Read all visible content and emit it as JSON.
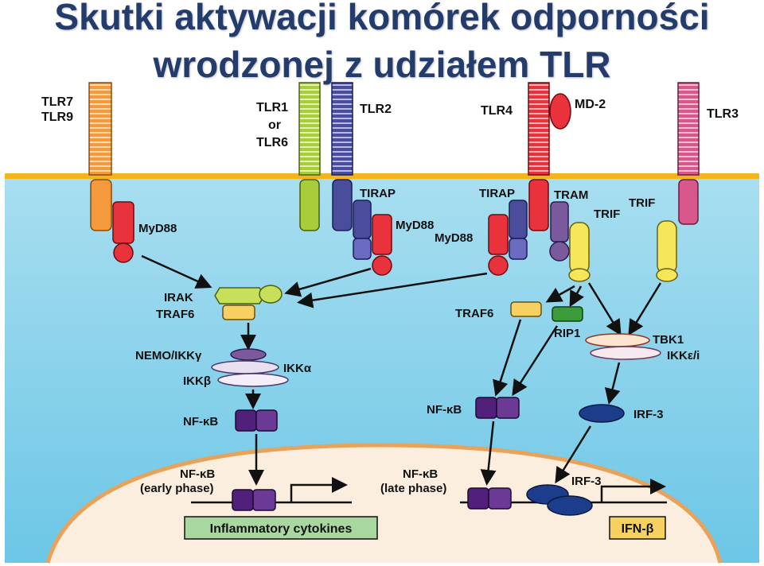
{
  "title": {
    "line1": "Skutki aktywacji komórek odporności",
    "line2": "wrodzonej z udziałem TLR"
  },
  "labels": {
    "tlr7": "TLR7",
    "tlr9": "TLR9",
    "tlr1": "TLR1",
    "or": "or",
    "tlr6": "TLR6",
    "tlr2": "TLR2",
    "tlr4": "TLR4",
    "md2": "MD-2",
    "tlr3": "TLR3",
    "myd88_1": "MyD88",
    "tirap_1": "TIRAP",
    "myd88_2": "MyD88",
    "tirap_2": "TIRAP",
    "tram": "TRAM",
    "trif_1": "TRIF",
    "trif_2": "TRIF",
    "myd88_3": "MyD88",
    "irak": "IRAK",
    "traf6_1": "TRAF6",
    "traf6_2": "TRAF6",
    "rip1": "RIP1",
    "tbk1": "TBK1",
    "ikke": "IKKε/i",
    "nemo": "NEMO/IKKγ",
    "ikka": "IKKα",
    "ikkb": "IKKβ",
    "nfkb_1": "NF-κB",
    "nfkb_2": "NF-κB",
    "irf3_1": "IRF-3",
    "nfkb_early_1": "NF-κB",
    "nfkb_early_2": "(early phase)",
    "nfkb_late_1": "NF-κB",
    "nfkb_late_2": "(late phase)",
    "irf3_2": "IRF-3"
  },
  "outputs": {
    "cytokines": "Inflammatory cytokines",
    "ifnb": "IFN-β"
  },
  "colors": {
    "title": "#243c6c",
    "membrane": "#f2b51c",
    "cytoplasm": "#8fd4ea",
    "nucleus": "#fbeede",
    "nuclear_membrane": "#e8a25a",
    "tlr7": "#f59a3c",
    "tlr1": "#a8cc3a",
    "tlr2": "#4a4c9c",
    "tlr4": "#e8323c",
    "tlr3": "#d8588c",
    "myd88": "#e8323c",
    "tirap": "#4a4c9c",
    "tram": "#7a5a9c",
    "trif": "#f6e65a",
    "irak": "#c6e05a",
    "traf6": "#f6d060",
    "rip1": "#3c9c3c",
    "nfkb": "#50207a",
    "irf3": "#1c3c8c",
    "cytokine_box": "#a8d8a0"
  }
}
